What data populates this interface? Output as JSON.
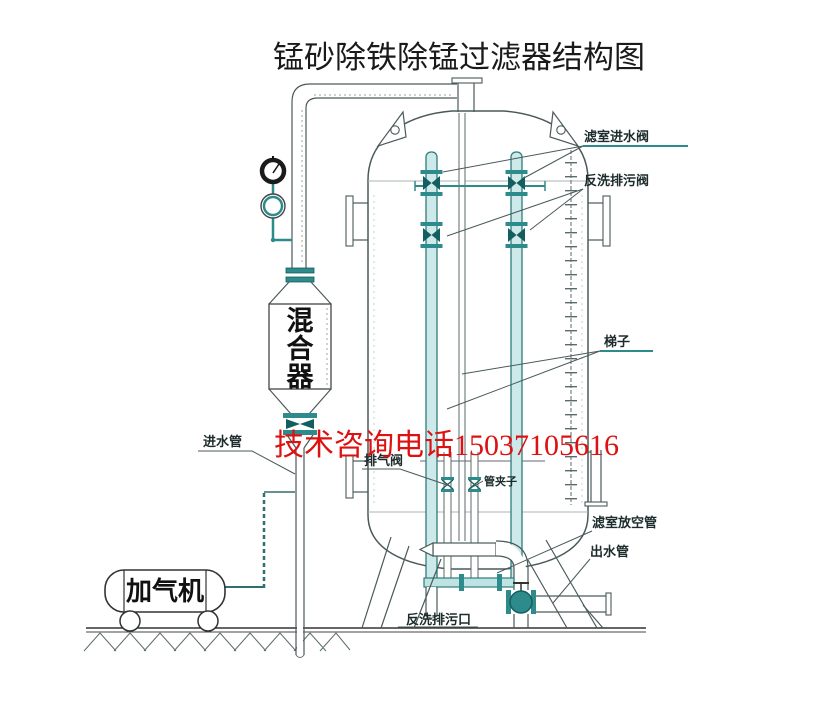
{
  "title": "锰砂除铁除锰过滤器结构图",
  "hotline": "技术咨询电话15037105616",
  "labels": {
    "filter_inlet_valve": "滤室进水阀",
    "backwash_drain_valve": "反洗排污阀",
    "ladder": "梯子",
    "chamber_vent_pipe": "滤室放空管",
    "outlet_pipe": "出水管",
    "backwash_drain_outlet": "反洗排污口",
    "exhaust_valve": "排气阀",
    "pipe_clamp": "管夹子",
    "inlet_pipe": "进水管",
    "aerator": "加气机",
    "mixer_chars": [
      "混",
      "合",
      "器"
    ]
  },
  "colors": {
    "pipe_teal": "#2e8b8b",
    "valve_dark_teal": "#135e5e",
    "pipe_fill": "#cde9e9",
    "outline": "#4a5a5a",
    "hotline_red": "#dd1111",
    "text_dark": "#1c2b2b"
  }
}
